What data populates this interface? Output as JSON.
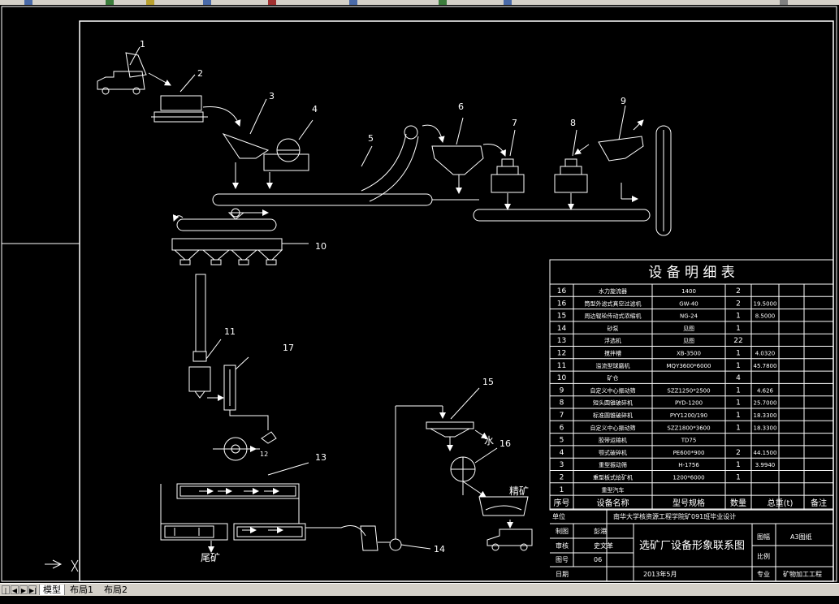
{
  "tabs": [
    {
      "label": "模型",
      "active": true
    },
    {
      "label": "布局1",
      "active": false
    },
    {
      "label": "布局2",
      "active": false
    }
  ],
  "callouts": {
    "n1": "1",
    "n2": "2",
    "n3": "3",
    "n4": "4",
    "n5": "5",
    "n6": "6",
    "n7": "7",
    "n8": "8",
    "n9": "9",
    "n10": "10",
    "n11": "11",
    "n12": "12",
    "n13": "13",
    "n14": "14",
    "n15": "15",
    "n16": "16",
    "n17": "17"
  },
  "diagram_labels": {
    "water": "水",
    "concentrate": "精矿",
    "tailings": "尾矿"
  },
  "table": {
    "title": "设 备 明 细 表",
    "rows": [
      {
        "no": "16",
        "name": "水力旋流器",
        "model": "1400",
        "qty": "2",
        "weight": ""
      },
      {
        "no": "16",
        "name": "筒型外滤式真空过滤机",
        "model": "GW-40",
        "qty": "2",
        "weight": "19.5000"
      },
      {
        "no": "15",
        "name": "周边辊轮传动式浓缩机",
        "model": "NG-24",
        "qty": "1",
        "weight": "8.5000"
      },
      {
        "no": "14",
        "name": "砂泵",
        "model": "见图",
        "qty": "1",
        "weight": ""
      },
      {
        "no": "13",
        "name": "浮选机",
        "model": "见图",
        "qty": "22",
        "weight": ""
      },
      {
        "no": "12",
        "name": "搅拌槽",
        "model": "XB-3500",
        "qty": "1",
        "weight": "4.0320"
      },
      {
        "no": "11",
        "name": "溢流型球磨机",
        "model": "MQY3600*6000",
        "qty": "1",
        "weight": "45.7800"
      },
      {
        "no": "10",
        "name": "矿仓",
        "model": "",
        "qty": "4",
        "weight": ""
      },
      {
        "no": "9",
        "name": "自定义中心振动筛",
        "model": "SZZ1250*2500",
        "qty": "1",
        "weight": "4.626"
      },
      {
        "no": "8",
        "name": "短头圆锥破碎机",
        "model": "PYD-1200",
        "qty": "1",
        "weight": "25.7000"
      },
      {
        "no": "7",
        "name": "标准圆锥破碎机",
        "model": "PYY1200/190",
        "qty": "1",
        "weight": "18.3300"
      },
      {
        "no": "6",
        "name": "自定义中心振动筛",
        "model": "SZZ1800*3600",
        "qty": "1",
        "weight": "18.3300"
      },
      {
        "no": "5",
        "name": "胶带运输机",
        "model": "TD75",
        "qty": "",
        "weight": ""
      },
      {
        "no": "4",
        "name": "颚式破碎机",
        "model": "PE600*900",
        "qty": "2",
        "weight": "44.1500"
      },
      {
        "no": "3",
        "name": "重型振动筛",
        "model": "H-1756",
        "qty": "1",
        "weight": "3.9940"
      },
      {
        "no": "2",
        "name": "重型板式给矿机",
        "model": "1200*6000",
        "qty": "1",
        "weight": ""
      },
      {
        "no": "1",
        "name": "重型汽车",
        "model": "",
        "qty": "",
        "weight": ""
      }
    ],
    "header": {
      "no": "序号",
      "name": "设备名称",
      "model": "型号规格",
      "qty": "数量",
      "weight": "总重(t)",
      "remark": "备注"
    }
  },
  "titleblock": {
    "unit_label": "单位",
    "unit_value": "南华大学核资源工程学院矿091班毕业设计",
    "drawn_label": "制图",
    "drawn_value": "彭港",
    "review_label": "审核",
    "review_value": "史文革",
    "drawing_no_label": "图号",
    "drawing_no_value": "06",
    "date_label": "日期",
    "date_value": "2013年5月",
    "title": "选矿厂设备形象联系图",
    "sheet_label": "图幅",
    "sheet_value": "A3图纸",
    "scale_label": "比例",
    "scale_value": "",
    "major_label": "专业",
    "major_value": "矿物加工工程"
  },
  "colors": {
    "canvas": "#000000",
    "lines": "#ffffff",
    "chrome": "#d4d0c8"
  }
}
